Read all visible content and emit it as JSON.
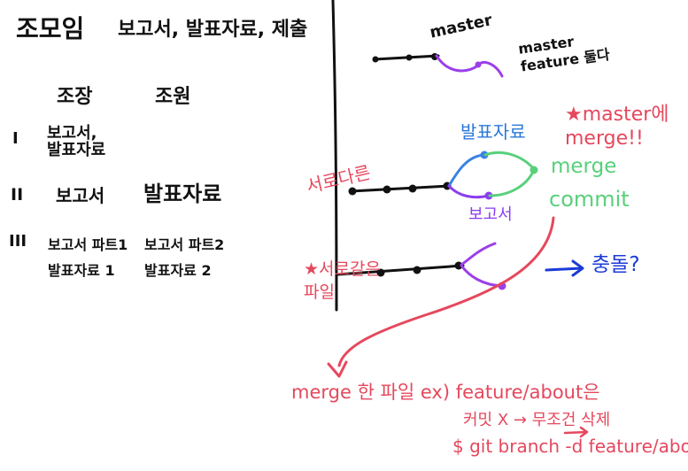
{
  "notes_left": {
    "title": "조모임",
    "title_tasks": "보고서, 발표자료, 제출",
    "col_leader": "조장",
    "col_member": "조원",
    "rows": [
      {
        "num": "I",
        "leader": "보고서,\n발표자료",
        "member": ""
      },
      {
        "num": "II",
        "leader": "보고서",
        "member": "발표자료"
      },
      {
        "num": "III",
        "leader": "보고서 파트1\n발표자료 1",
        "member": "보고서 파트2\n발표자료 2"
      }
    ]
  },
  "diagram": {
    "master_label": "master",
    "master_feature_note": "master\nfeature 둘다",
    "star_merge_note": "★master에\nmerge!!",
    "branch_top_label": "발표자료",
    "branch_bottom_label": "보고서",
    "merge_label": "merge",
    "commit_label": "commit",
    "different_label": "서로다른",
    "same_file_label": "★서로같은\n파일",
    "conflict_label": "충돌?"
  },
  "bottom_note": {
    "line1": "merge 한 파일 ex) feature/about은",
    "line2": "커밋 X → 무조건 삭제",
    "line3": "$ git branch -d feature/about"
  },
  "colors": {
    "black": "#111111",
    "red": "#e5485d",
    "green": "#58d07b",
    "blue": "#2b78d8",
    "purple": "#8a3df0",
    "navy": "#1b3bd8"
  }
}
